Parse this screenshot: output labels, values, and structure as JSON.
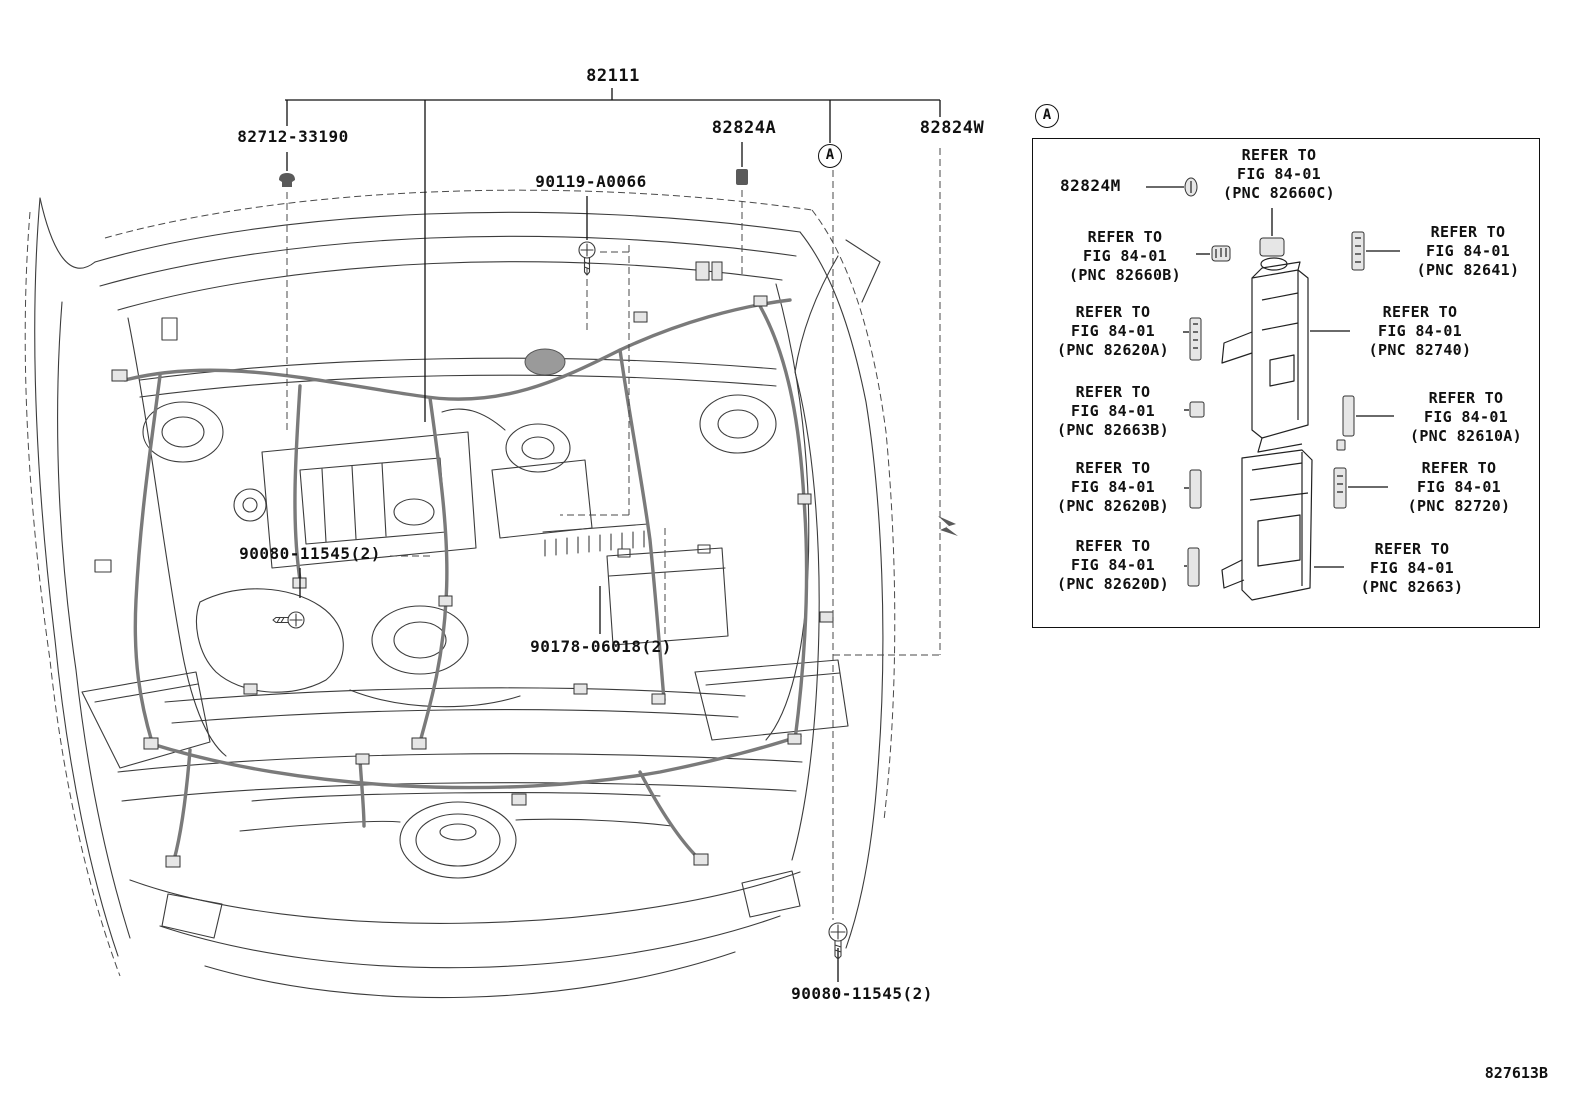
{
  "figure": {
    "code": "827613B"
  },
  "colors": {
    "ink": "#111111",
    "line": "#3c3c3c",
    "harness": "#7a7a7a"
  },
  "main": {
    "part_82111": "82111",
    "part_82712": "82712-33190",
    "part_90119": "90119-A0066",
    "part_82824a": "82824A",
    "part_82824w": "82824W",
    "part_90080_mid": "90080-11545(2)",
    "part_90178": "90178-06018(2)",
    "part_90080_bottom": "90080-11545(2)",
    "marker_a": "A"
  },
  "detail": {
    "marker": "A",
    "part_82824m": "82824M",
    "refs": [
      {
        "l1": "REFER TO",
        "l2": "FIG 84-01",
        "l3": "(PNC 82660C)"
      },
      {
        "l1": "REFER TO",
        "l2": "FIG 84-01",
        "l3": "(PNC 82660B)"
      },
      {
        "l1": "REFER TO",
        "l2": "FIG 84-01",
        "l3": "(PNC 82641)"
      },
      {
        "l1": "REFER TO",
        "l2": "FIG 84-01",
        "l3": "(PNC 82620A)"
      },
      {
        "l1": "REFER TO",
        "l2": "FIG 84-01",
        "l3": "(PNC 82740)"
      },
      {
        "l1": "REFER TO",
        "l2": "FIG 84-01",
        "l3": "(PNC 82663B)"
      },
      {
        "l1": "REFER TO",
        "l2": "FIG 84-01",
        "l3": "(PNC 82610A)"
      },
      {
        "l1": "REFER TO",
        "l2": "FIG 84-01",
        "l3": "(PNC 82620B)"
      },
      {
        "l1": "REFER TO",
        "l2": "FIG 84-01",
        "l3": "(PNC 82720)"
      },
      {
        "l1": "REFER TO",
        "l2": "FIG 84-01",
        "l3": "(PNC 82620D)"
      },
      {
        "l1": "REFER TO",
        "l2": "FIG 84-01",
        "l3": "(PNC 82663)"
      }
    ]
  }
}
